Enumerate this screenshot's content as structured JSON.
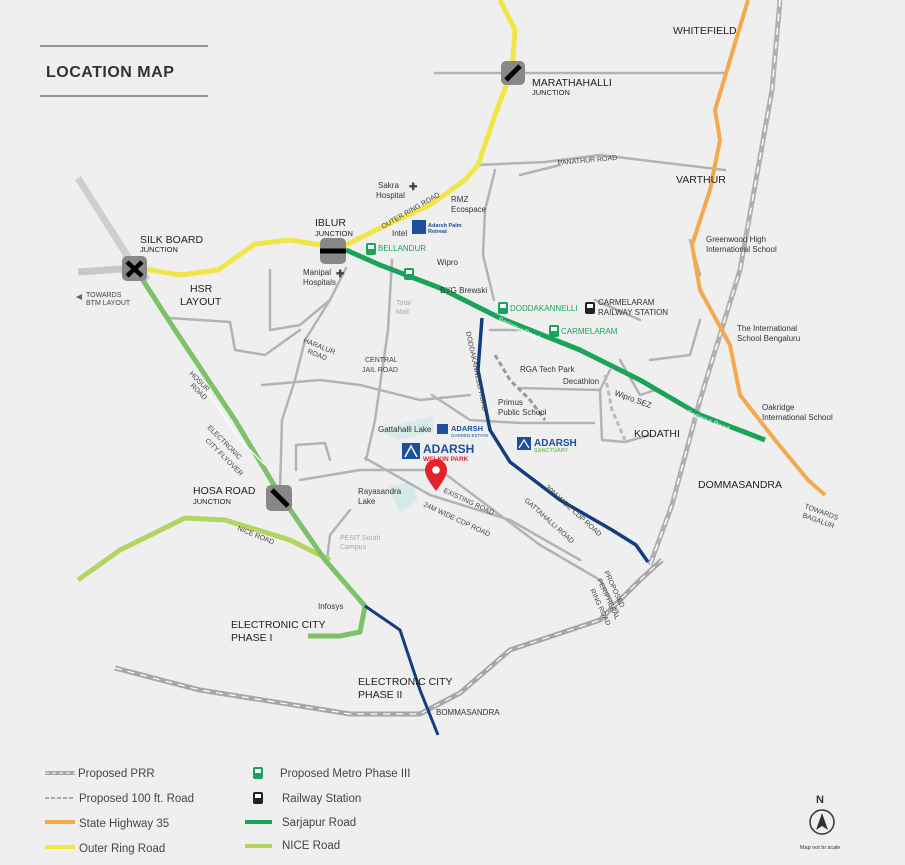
{
  "title": "LOCATION MAP",
  "colors": {
    "background": "#efefef",
    "road_grey": "#b3b3b3",
    "prr": "#a6a6a6",
    "state_highway": "#f4a94e",
    "outer_ring": "#f1e548",
    "sarjapur": "#1aa35a",
    "nice": "#b3d461",
    "hosur": "#7dc26b",
    "cdp": "#123d82",
    "pin": "#e4222d",
    "adarsh_blue": "#1c4f9c"
  },
  "junctions": {
    "marathahalli": {
      "name": "MARATHAHALLI",
      "sub": "JUNCTION"
    },
    "silk_board": {
      "name": "SILK BOARD",
      "sub": "JUNCTION"
    },
    "iblur": {
      "name": "IBLUR",
      "sub": "JUNCTION"
    },
    "hosa_road": {
      "name": "HOSA ROAD",
      "sub": "JUNCTION"
    }
  },
  "areas": {
    "whitefield": "WHITEFIELD",
    "varthur": "VARTHUR",
    "hsr_1": "HSR",
    "hsr_2": "LAYOUT",
    "kodathi": "KODATHI",
    "dommasandra": "DOMMASANDRA",
    "ecity1_1": "ELECTRONIC CITY",
    "ecity1_2": "PHASE  I",
    "ecity2_1": "ELECTRONIC CITY",
    "ecity2_2": "PHASE II",
    "bommasandra": "BOMMASANDRA",
    "towards_btm_1": "TOWARDS",
    "towards_btm_2": "BTM LAYOUT",
    "towards_bagalur_1": "TOWARDS",
    "towards_bagalur_2": "BAGALUR"
  },
  "landmarks": {
    "sakra_1": "Sakra",
    "sakra_2": "Hospital",
    "rmz_1": "RMZ",
    "rmz_2": "Ecospace",
    "intel": "Intel",
    "adarsh_palm_1": "Adarsh Palm",
    "adarsh_palm_2": "Retreat",
    "wipro": "Wipro",
    "manipal_1": "Manipal",
    "manipal_2": "Hospitals",
    "byg": "BYG Brewski",
    "total_mall_1": "Total",
    "total_mall_2": "Mall",
    "carmelaram_rs_1": "CARMELARAM",
    "carmelaram_rs_2": "RAILWAY STATION",
    "rga": "RGA Tech Park",
    "decathlon": "Decathlon",
    "primus_1": "Primus",
    "primus_2": "Public School",
    "wipro_sez": "Wipro SEZ",
    "gattahalli_lake": "Gattahalli Lake",
    "rayasandra_1": "Rayasandra",
    "rayasandra_2": "Lake",
    "pesit_1": "PESIT South",
    "pesit_2": "Campus",
    "infosys": "Infosys",
    "greenwood_1": "Greenwood High",
    "greenwood_2": "International School",
    "tisb_1": "The International",
    "tisb_2": "School Bengaluru",
    "oakridge_1": "Oakridge",
    "oakridge_2": "International School"
  },
  "metro": {
    "bellandur": "BELLANDUR",
    "doddakannelli": "DODDAKANNELLI",
    "carmelaram": "CARMELARAM"
  },
  "roads": {
    "outer_ring": "OUTER RING ROAD",
    "panathur": "PANATHUR ROAD",
    "sarjapur_1": "Sarjapur Road",
    "sarjapur_2": "Sarjapur Road",
    "haralur_1": "HARALUR",
    "haralur_2": "ROAD",
    "central_jail_1": "CENTRAL",
    "central_jail_2": "JAIL ROAD",
    "hosur_1": "HOSUR",
    "hosur_2": "ROAD",
    "e_city_flyover_1": "ELECTRONIC",
    "e_city_flyover_2": "CITY FLYOVER",
    "doddakannelli_road": "DODDAKANNELLI ROAD",
    "existing_road": "EXISTING ROAD",
    "cdp_24": "24M WIDE CDP ROAD",
    "cdp_30": "30M WIDE CDP ROAD",
    "gattahalli_road": "GATTAHALLI ROAD",
    "nice_road": "NICE ROAD",
    "prr_1": "PROPOSED",
    "prr_2": "PERIPHERAL",
    "prr_3": "RING ROAD"
  },
  "brands": {
    "welkin_1": "ADARSH",
    "welkin_2": "WELKIN PARK",
    "garden_1": "ADARSH",
    "garden_2": "GARDEN ESTATE",
    "sanctuary_1": "ADARSH",
    "sanctuary_2": "SANCTUARY"
  },
  "legend": [
    {
      "label": "Proposed PRR",
      "symbol": "prr"
    },
    {
      "label": "Proposed 100 ft. Road",
      "symbol": "road100"
    },
    {
      "label": "State Highway 35",
      "symbol": "sh"
    },
    {
      "label": "Outer Ring Road",
      "symbol": "orr"
    },
    {
      "label": "Proposed Metro Phase III",
      "symbol": "metro"
    },
    {
      "label": "Railway Station",
      "symbol": "rail"
    },
    {
      "label": "Sarjapur Road",
      "symbol": "sarjapur"
    },
    {
      "label": "NICE Road",
      "symbol": "nice"
    }
  ],
  "compass": {
    "label": "N",
    "note": "Map not to scale"
  }
}
